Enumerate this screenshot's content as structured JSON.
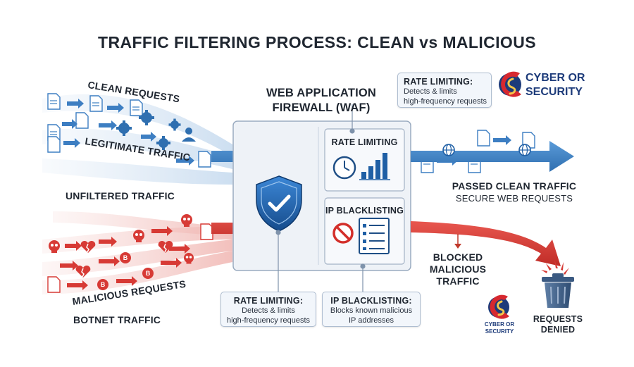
{
  "title": "TRAFFIC FILTERING PROCESS: CLEAN vs MALICIOUS",
  "left_labels": {
    "clean_requests": "CLEAN REQUESTS",
    "legitimate_traffic": "LEGITIMATE TRAFFIC",
    "unfiltered_traffic": "UNFILTERED TRAFFIC",
    "malicious_requests": "MALICIOUS REQUESTS",
    "botnet_traffic": "BOTNET TRAFFIC"
  },
  "waf": {
    "title_line1": "WEB APPLICATION",
    "title_line2": "FIREWALL (WAF)",
    "rate_limiting_panel": "RATE LIMITING",
    "ip_blacklisting_panel": "IP BLACKLISTING"
  },
  "callouts": {
    "top": {
      "heading": "RATE LIMITING:",
      "line1": "Detects & limits",
      "line2": "high-frequency requests"
    },
    "bottom_left": {
      "heading": "RATE LIMITING:",
      "line1": "Detects & limits",
      "line2": "high-frequency requests"
    },
    "bottom_right": {
      "heading": "IP BLACKLISTING:",
      "line1": "Blocks known malicious",
      "line2": "IP addresses"
    }
  },
  "right_labels": {
    "passed_line1": "PASSED CLEAN TRAFFIC",
    "passed_line2": "SECURE WEB REQUESTS",
    "blocked_line1": "BLOCKED",
    "blocked_line2": "MALICIOUS",
    "blocked_line3": "TRAFFIC",
    "denied_line1": "REQUESTS",
    "denied_line2": "DENIED"
  },
  "logo": {
    "word1": "CYBER OR",
    "word2": "SECURITY"
  },
  "colors": {
    "clean_blue": "#3d7ec2",
    "malicious_red": "#d73a35",
    "waf_panel": "#eef2f7",
    "shield_blue": "#1f5fa5",
    "logo_navy": "#1d3b7a"
  },
  "icons": {
    "clean": [
      "document-icon",
      "gear-icon",
      "user-icon",
      "globe-icon"
    ],
    "malicious": [
      "skull-icon",
      "broken-heart-icon",
      "bitcoin-icon",
      "document-icon"
    ],
    "waf": [
      "shield-check-icon",
      "clock-icon",
      "bar-chart-icon",
      "block-icon",
      "list-icon",
      "trash-icon"
    ]
  }
}
